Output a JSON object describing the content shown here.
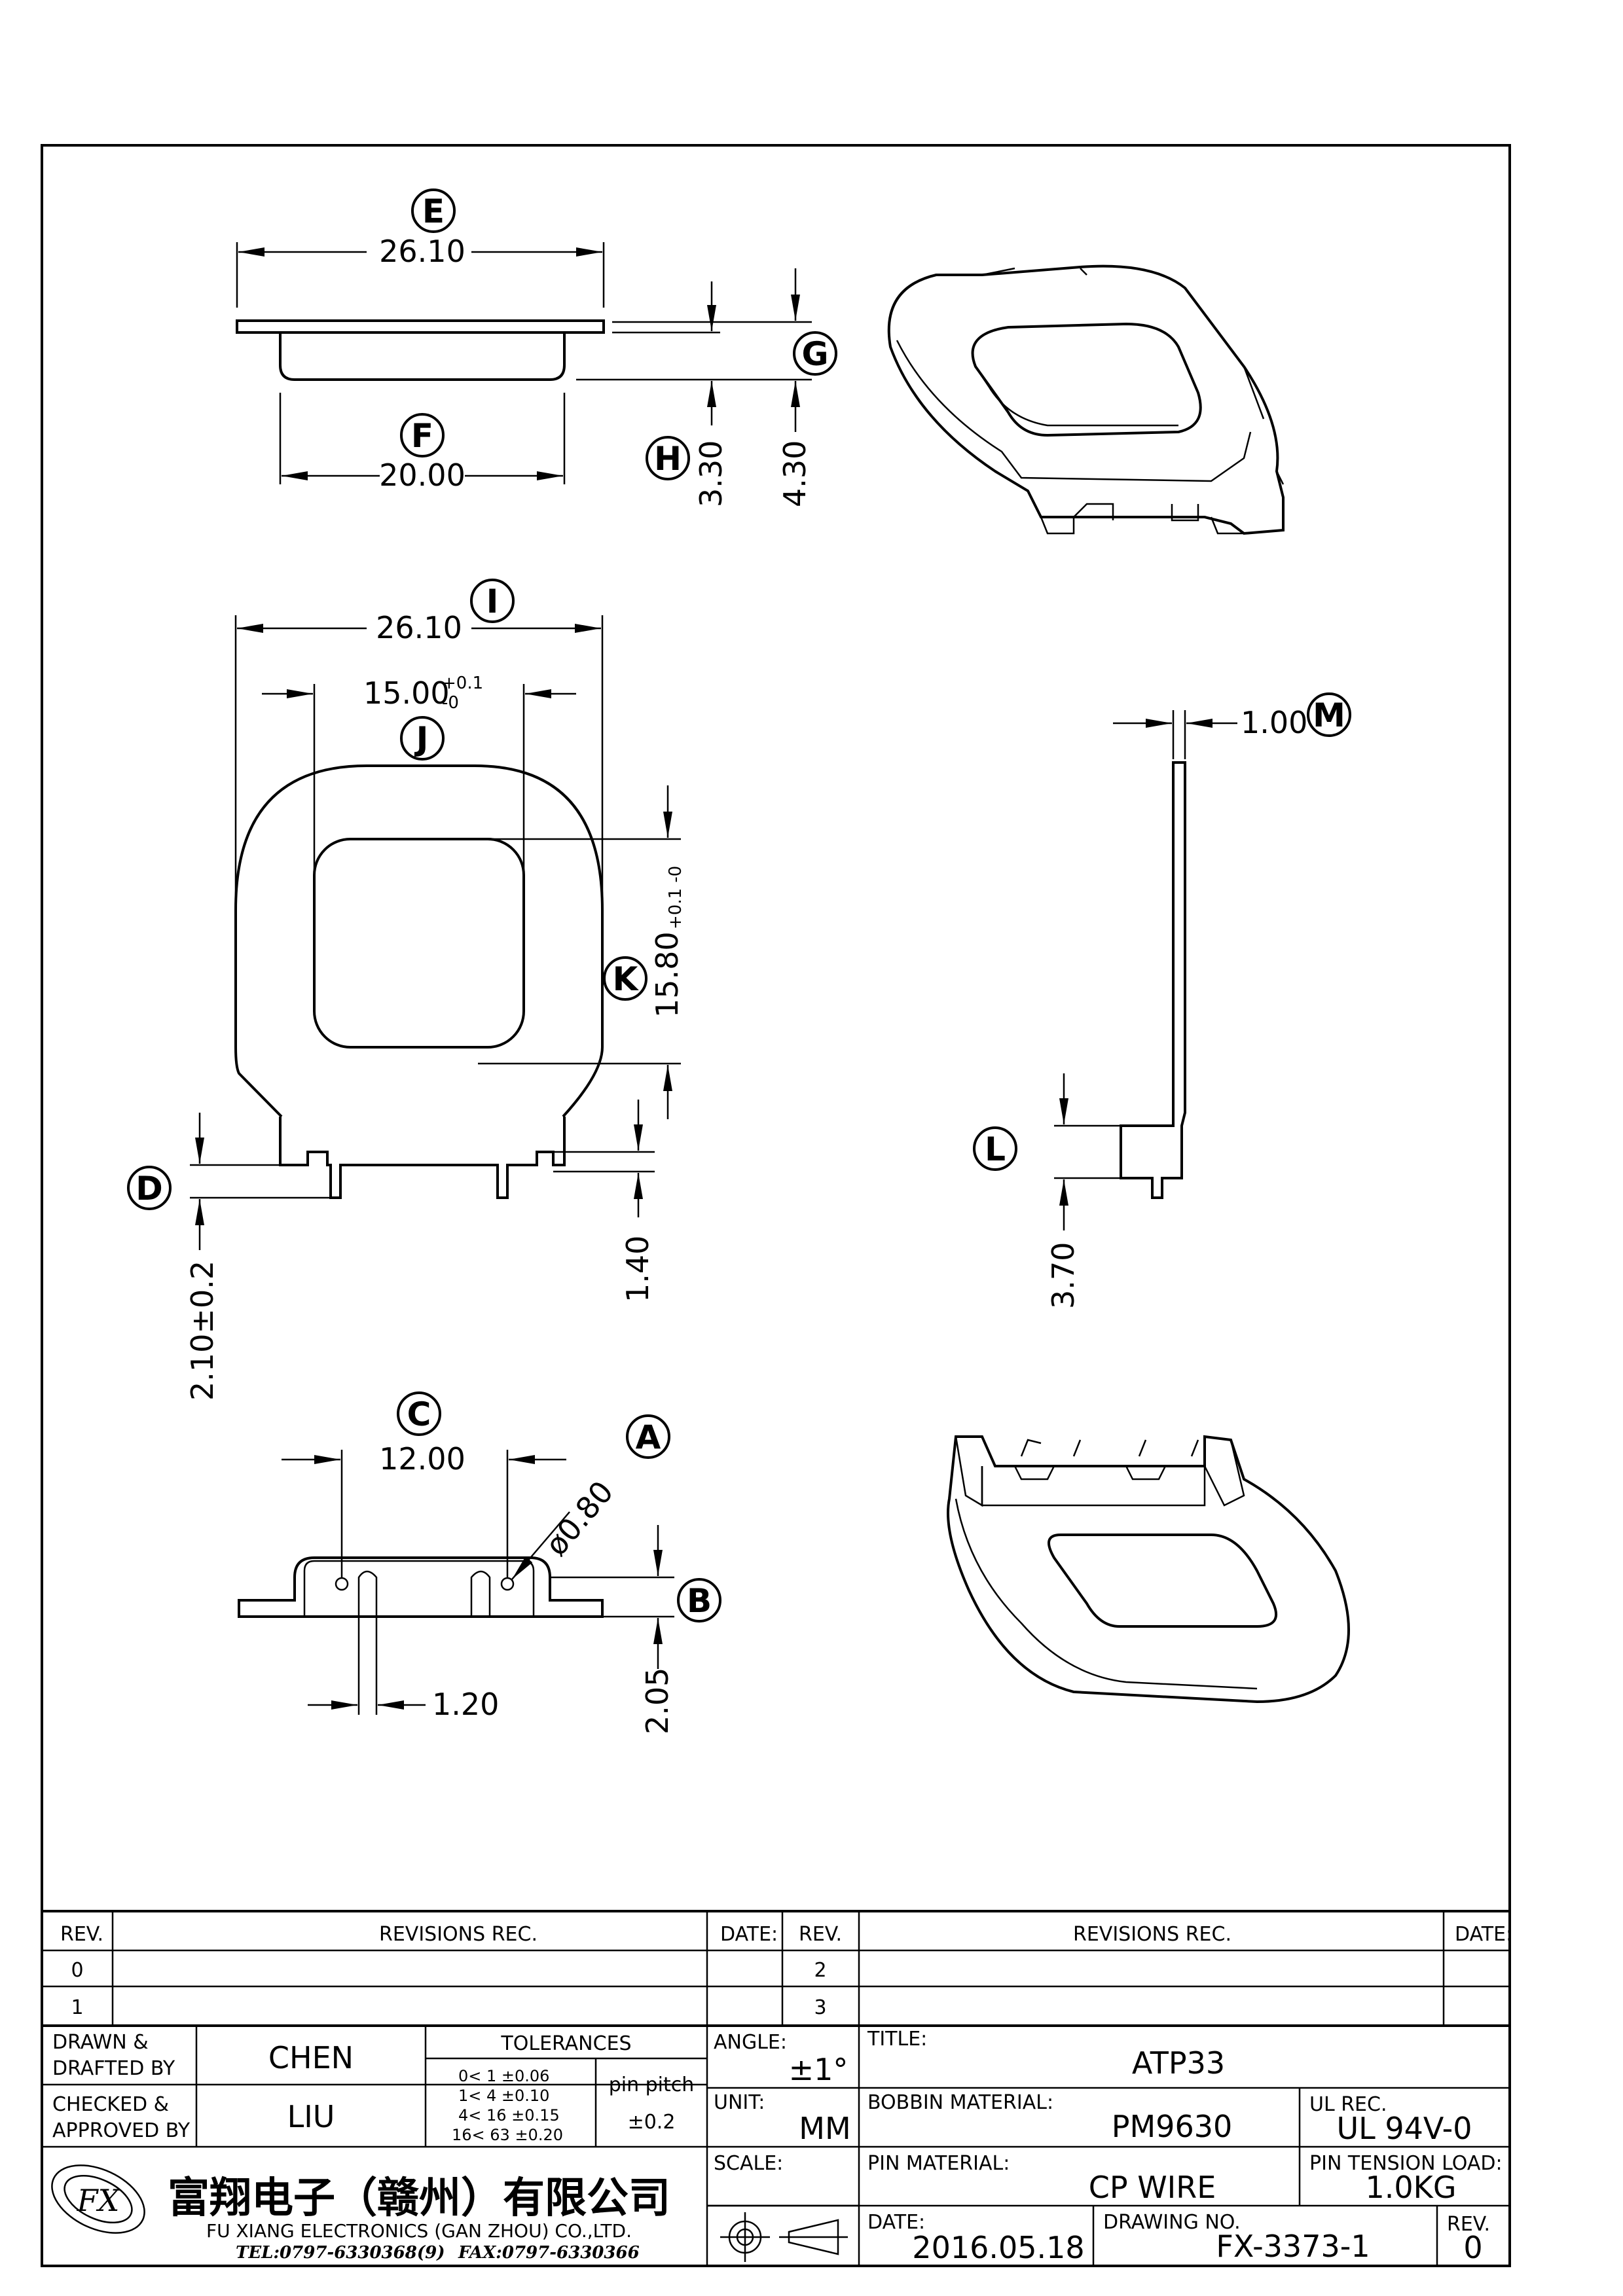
{
  "dimensions": {
    "E": "26.10",
    "F": "20.00",
    "G": "4.30",
    "H": "3.30",
    "I": "26.10",
    "J": "15.00",
    "J_tol_plus": "+0.1",
    "J_tol_minus": "-0",
    "K": "15.80",
    "K_tol": "+0.1 -0",
    "M": "1.00",
    "L": "3.70",
    "D": "2.10±0.2",
    "pin_len": "1.40",
    "C": "12.00",
    "A": "ø0.80",
    "B": "2.05",
    "pin_w": "1.20"
  },
  "labels": [
    "E",
    "F",
    "G",
    "H",
    "I",
    "J",
    "K",
    "M",
    "L",
    "D",
    "C",
    "A",
    "B"
  ],
  "title_block": {
    "rev_header": "REV.",
    "revisions_header": "REVISIONS   REC.",
    "date_header": "DATE:",
    "rev_rows": [
      "0",
      "1"
    ],
    "rev_rows_right": [
      "2",
      "3"
    ],
    "drawn_label_1": "DRAWN &",
    "drawn_label_2": "DRAFTED BY",
    "drawn_value": "CHEN",
    "checked_label_1": "CHECKED &",
    "checked_label_2": "APPROVED BY",
    "checked_value": "LIU",
    "tolerances_header": "TOLERANCES",
    "tol_rows": [
      "0<  1   ±0.06",
      "1<  4   ±0.10",
      "4<  16  ±0.15",
      "16<  63  ±0.20"
    ],
    "pin_pitch_label": "pin pitch",
    "pin_pitch_value": "±0.2",
    "angle_label": "ANGLE:",
    "angle_value": "±1°",
    "unit_label": "UNIT:",
    "unit_value": "MM",
    "scale_label": "SCALE:",
    "title_label": "TITLE:",
    "title_value": "ATP33",
    "bobbin_label": "BOBBIN MATERIAL:",
    "bobbin_value": "PM9630",
    "ul_label": "UL REC.",
    "ul_value": "UL  94V-0",
    "pin_mat_label": "PIN MATERIAL:",
    "pin_mat_value": "CP  WIRE",
    "tension_label": "PIN TENSION LOAD:",
    "tension_value": "1.0KG",
    "date_label": "DATE:",
    "date_value": "2016.05.18",
    "drawing_no_label": "DRAWING NO.",
    "drawing_no_value": "FX-3373-1",
    "rev_label": "REV.",
    "rev_value": "0",
    "company_cn": "富翔电子（赣州）有限公司",
    "company_en": "FU XIANG ELECTRONICS (GAN ZHOU) CO.,LTD.",
    "tel": "TEL:0797-6330368(9)",
    "fax": "FAX:0797-6330366",
    "logo_text": "FX"
  }
}
